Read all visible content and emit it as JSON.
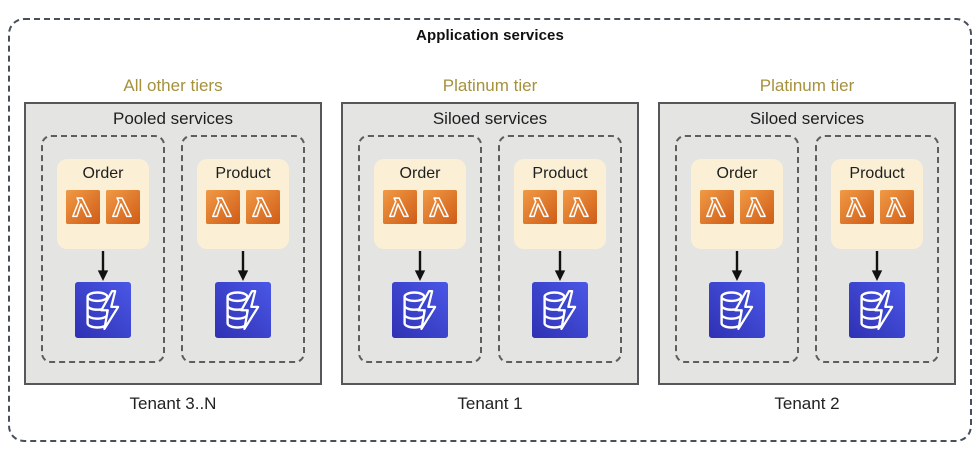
{
  "title": "Application services",
  "colors": {
    "boundary_dash": "#48505e",
    "tier_label": "#a6913c",
    "panel_bg": "#e4e4e3",
    "panel_border": "#55575b",
    "service_dash": "#5e5e5e",
    "card_bg": "#fbf0d5",
    "lambda_orange_light": "#f09a45",
    "lambda_orange_dark": "#d05c17",
    "dynamodb_blue_light": "#4a57e6",
    "dynamodb_blue_dark": "#2f31b3",
    "arrow_black": "#111111"
  },
  "icons": {
    "lambda": "lambda-icon",
    "database": "dynamodb-icon",
    "arrow": "arrow-down-icon"
  },
  "groups": [
    {
      "tier": "All other tiers",
      "panel_title": "Pooled services",
      "tenant": "Tenant 3..N",
      "services": [
        {
          "name": "Order"
        },
        {
          "name": "Product"
        }
      ]
    },
    {
      "tier": "Platinum tier",
      "panel_title": "Siloed services",
      "tenant": "Tenant 1",
      "services": [
        {
          "name": "Order"
        },
        {
          "name": "Product"
        }
      ]
    },
    {
      "tier": "Platinum tier",
      "panel_title": "Siloed services",
      "tenant": "Tenant 2",
      "services": [
        {
          "name": "Order"
        },
        {
          "name": "Product"
        }
      ]
    }
  ]
}
